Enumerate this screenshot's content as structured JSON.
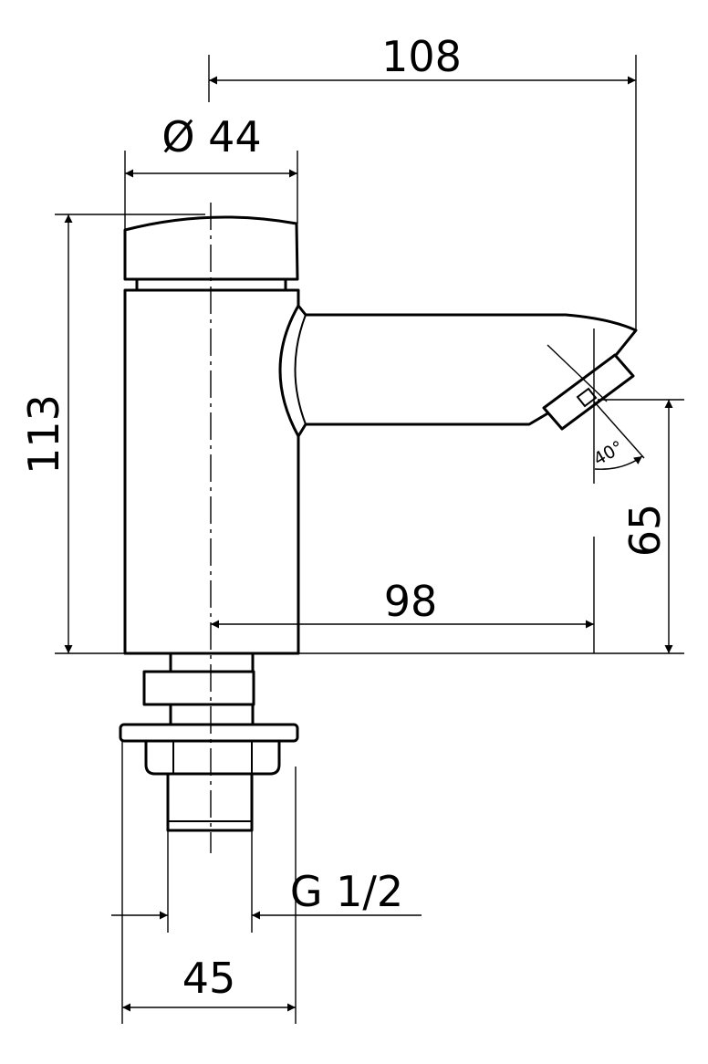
{
  "dimensions": {
    "overall_reach": "108",
    "head_diameter": "Ø 44",
    "overall_height": "113",
    "spout_height": "65",
    "spout_reach": "98",
    "outlet_angle": "40°",
    "thread": "G 1/2",
    "base_width": "45"
  },
  "colors": {
    "line": "#000000",
    "background": "#ffffff"
  }
}
